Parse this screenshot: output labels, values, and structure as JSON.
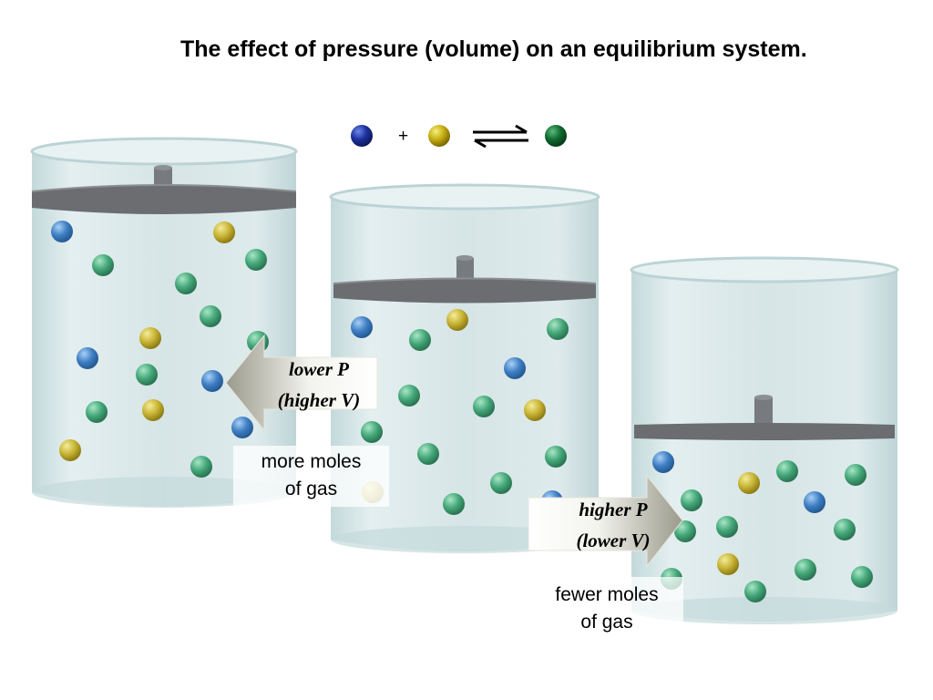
{
  "title": "The effect of pressure (volume) on an equilibrium system.",
  "equation": {
    "reactant_1": "blue-sphere",
    "plus_sign": "+",
    "reactant_2": "yellow-sphere",
    "arrow": "equilibrium-arrows",
    "product": "green-sphere"
  },
  "arrows": {
    "left": {
      "line1": "lower P",
      "line2": "(higher V)"
    },
    "right": {
      "line1": "higher P",
      "line2": "(lower V)"
    }
  },
  "notes": {
    "left": {
      "line1": "more moles",
      "line2": "of gas"
    },
    "right": {
      "line1": "fewer moles",
      "line2": "of gas"
    }
  },
  "colors": {
    "blue": "#3f7fc4",
    "yellow": "#c8b434",
    "green": "#45a87a",
    "blue_reactant": "#1c2f9c",
    "yellow_reactant": "#c3ac10",
    "green_product": "#0f6a30",
    "piston": "#6b6d71",
    "container": "#cfe0e1"
  }
}
